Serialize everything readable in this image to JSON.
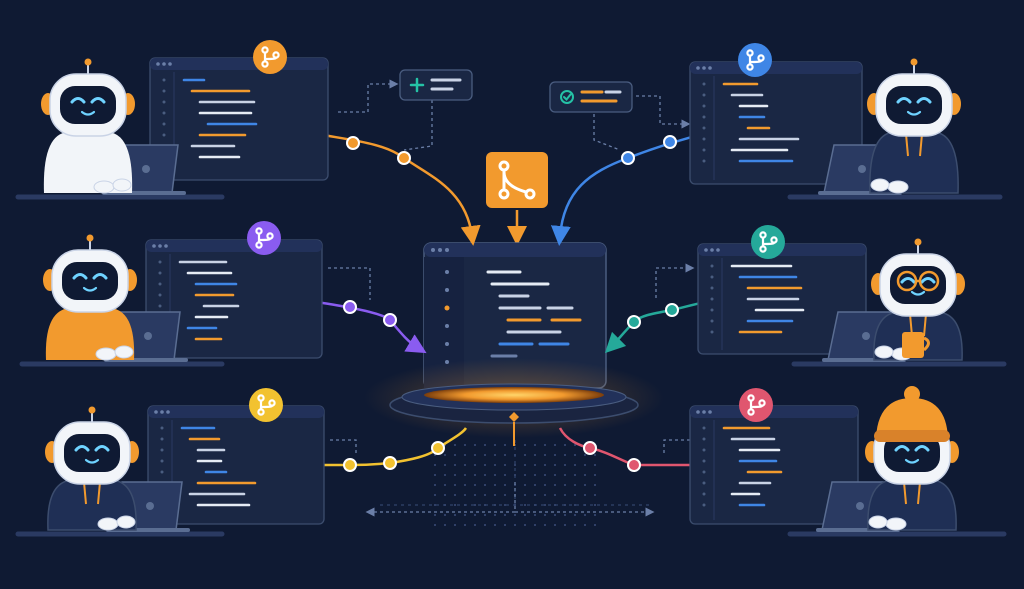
{
  "title": "",
  "colors": {
    "background": "#0f1a33",
    "panel": "#1a2744",
    "panel_border": "#3c4d6e",
    "orange": "#f29a2e",
    "blue": "#3f86e6",
    "purple": "#8a5cf0",
    "teal": "#25a99a",
    "yellow": "#f2c230",
    "pink": "#e0566f",
    "robot_white": "#f2f5f9",
    "face": "#0f1a33",
    "eye": "#6fd3ff"
  },
  "central": {
    "icon": "git-merge-icon",
    "description_visible": false
  },
  "agents": [
    {
      "id": "top-left",
      "branch_color": "orange",
      "hoodie": "white",
      "icon": "git-branch-icon",
      "flow": "in"
    },
    {
      "id": "top-right",
      "branch_color": "blue",
      "hoodie": "navy",
      "icon": "git-branch-icon",
      "flow": "in"
    },
    {
      "id": "middle-left",
      "branch_color": "purple",
      "hoodie": "orange",
      "icon": "git-branch-icon",
      "flow": "in"
    },
    {
      "id": "middle-right",
      "branch_color": "teal",
      "hoodie": "navy",
      "icon": "git-branch-icon",
      "flow": "in"
    },
    {
      "id": "bottom-left",
      "branch_color": "yellow",
      "hoodie": "navy",
      "icon": "git-branch-icon",
      "flow": "out"
    },
    {
      "id": "bottom-right",
      "branch_color": "pink",
      "hoodie": "navy",
      "icon": "git-branch-icon",
      "flow": "out"
    }
  ],
  "annotations": [
    {
      "id": "add-change-card",
      "icon": "plus-icon"
    },
    {
      "id": "check-card",
      "icon": "check-circle-icon"
    }
  ]
}
